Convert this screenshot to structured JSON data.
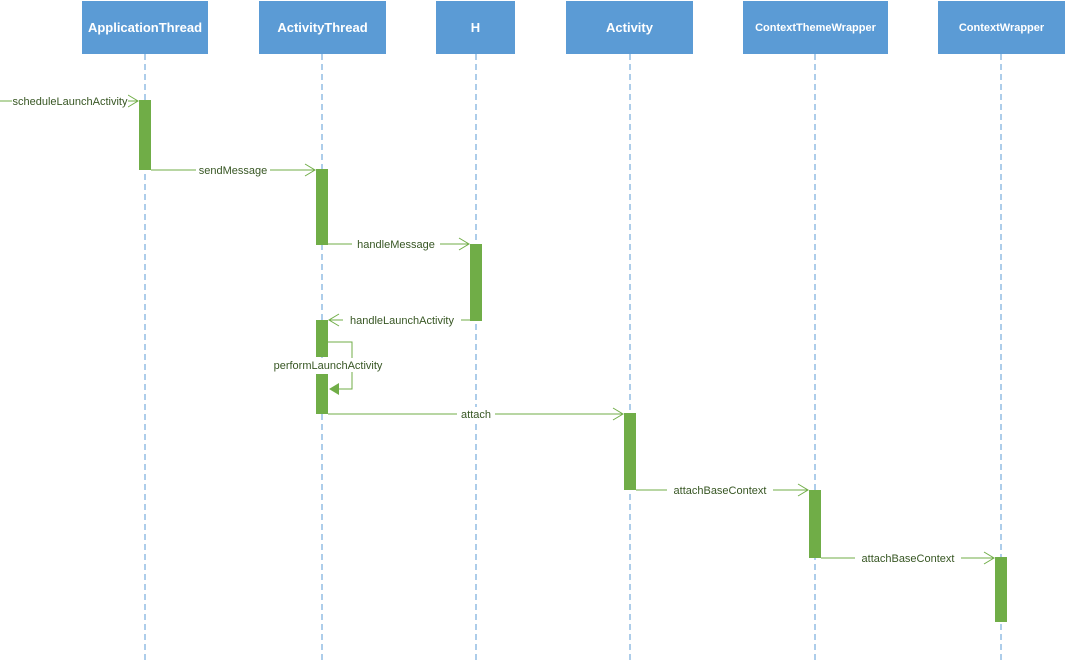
{
  "lifelines": [
    {
      "id": "app",
      "label": "ApplicationThread"
    },
    {
      "id": "at",
      "label": "ActivityThread"
    },
    {
      "id": "h",
      "label": "H"
    },
    {
      "id": "act",
      "label": "Activity"
    },
    {
      "id": "ctw",
      "label": "ContextThemeWrapper"
    },
    {
      "id": "cw",
      "label": "ContextWrapper"
    }
  ],
  "messages": [
    {
      "label": "scheduleLaunchActivity",
      "from": "external",
      "to": "ApplicationThread"
    },
    {
      "label": "sendMessage",
      "from": "ApplicationThread",
      "to": "ActivityThread"
    },
    {
      "label": "handleMessage",
      "from": "ActivityThread",
      "to": "H"
    },
    {
      "label": "handleLaunchActivity",
      "from": "H",
      "to": "ActivityThread"
    },
    {
      "label": "performLaunchActivity",
      "from": "ActivityThread",
      "to": "ActivityThread"
    },
    {
      "label": "attach",
      "from": "ActivityThread",
      "to": "Activity"
    },
    {
      "label": "attachBaseContext",
      "from": "Activity",
      "to": "ContextThemeWrapper"
    },
    {
      "label": "attachBaseContext",
      "from": "ContextThemeWrapper",
      "to": "ContextWrapper"
    }
  ],
  "colors": {
    "header_fill": "#5b9bd5",
    "header_text": "#ffffff",
    "lifeline_dash": "#5b9bd5",
    "activation": "#70ad47",
    "message": "#70ad47",
    "label_text": "#375623"
  }
}
